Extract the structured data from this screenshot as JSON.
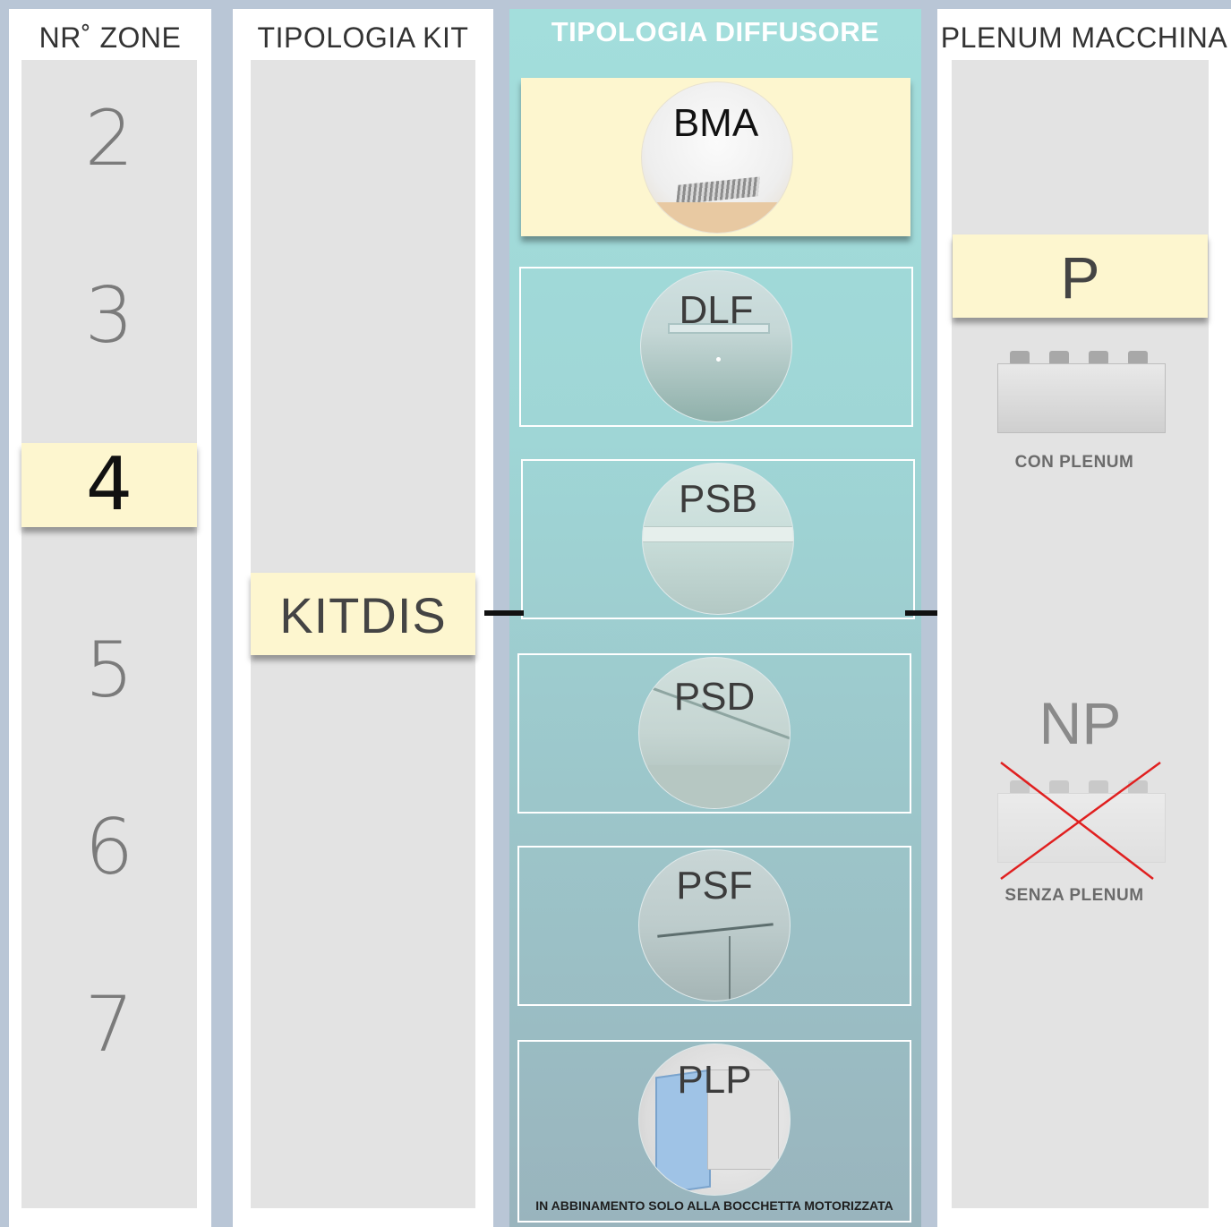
{
  "columns": {
    "zones": "NR˚ ZONE",
    "kit": "TIPOLOGIA KIT",
    "diffuser": "TIPOLOGIA DIFFUSORE",
    "plenum": "PLENUM MACCHINA"
  },
  "zones": {
    "options": [
      "2",
      "3",
      "4",
      "5",
      "6",
      "7"
    ],
    "selected": "4"
  },
  "kit": {
    "selected": "KITDIS"
  },
  "diffusers": [
    {
      "label": "BMA",
      "selected": true
    },
    {
      "label": "DLF",
      "selected": false
    },
    {
      "label": "PSB",
      "selected": false
    },
    {
      "label": "PSD",
      "selected": false
    },
    {
      "label": "PSF",
      "selected": false
    },
    {
      "label": "PLP",
      "selected": false
    }
  ],
  "diffuser_note": "IN ABBINAMENTO SOLO ALLA BOCCHETTA MOTORIZZATA",
  "plenum": {
    "selected": "P",
    "with_caption": "CON PLENUM",
    "without_label": "NP",
    "without_caption": "SENZA PLENUM"
  },
  "colors": {
    "selected_bg": "#fdf6cf",
    "diffuser_column": "#a3dedc",
    "panel": "#e3e3e3",
    "cross": "#e02020"
  }
}
